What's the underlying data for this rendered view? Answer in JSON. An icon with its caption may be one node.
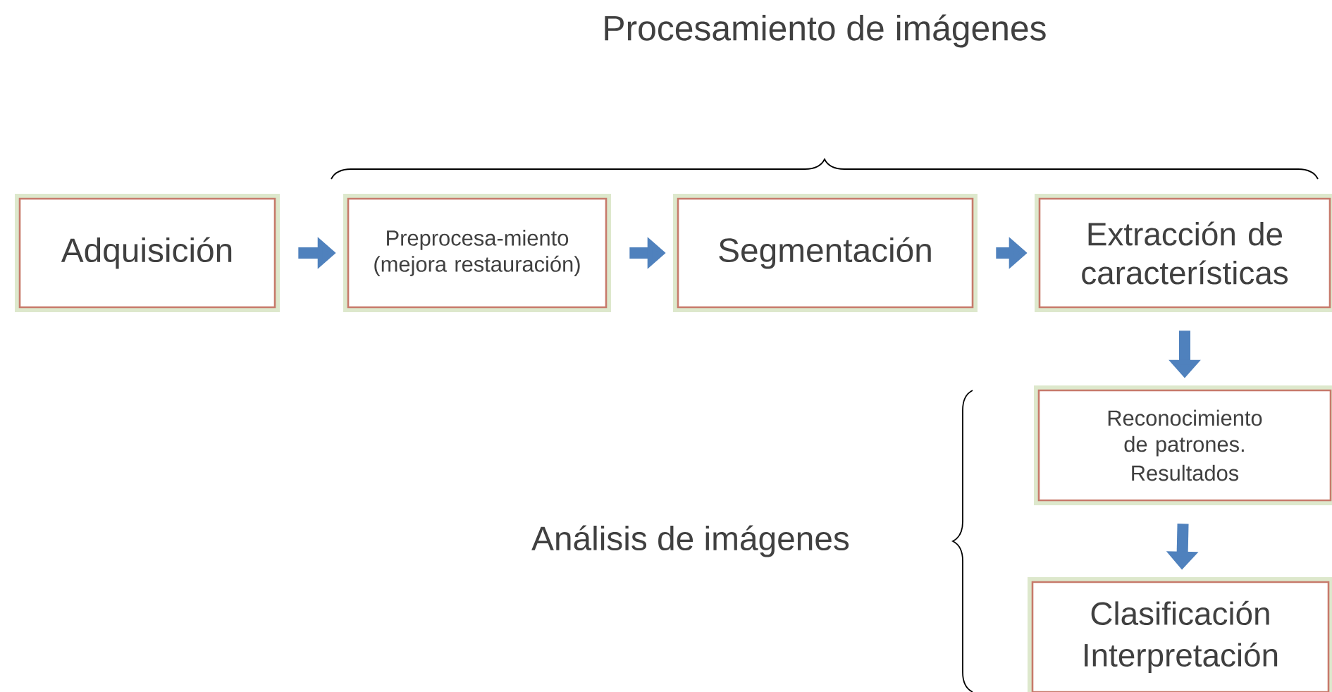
{
  "diagram": {
    "nodes": [
      {
        "text": [
          "Adquisición"
        ]
      },
      {
        "text": [
          "Preprocesa-miento (mejora restauración)"
        ]
      },
      {
        "text": [
          "Segmentación"
        ]
      },
      {
        "text": [
          "Extracción de características"
        ]
      },
      {
        "text": [
          "Reconocimiento de patrones.",
          "Resultados"
        ]
      },
      {
        "text": [
          "Clasificación",
          "Interpretación"
        ]
      }
    ],
    "edges": [
      {
        "from": 0,
        "to": 1,
        "arrow": "to"
      },
      {
        "from": 1,
        "to": 2,
        "arrow": "to"
      },
      {
        "from": 2,
        "to": 3,
        "arrow": "to"
      },
      {
        "from": 3,
        "to": 4,
        "arrow": "to"
      },
      {
        "from": 4,
        "to": 5,
        "arrow": "to"
      }
    ],
    "labels": [
      "Procesamiento de imágenes",
      "Análisis de imágenes"
    ]
  }
}
